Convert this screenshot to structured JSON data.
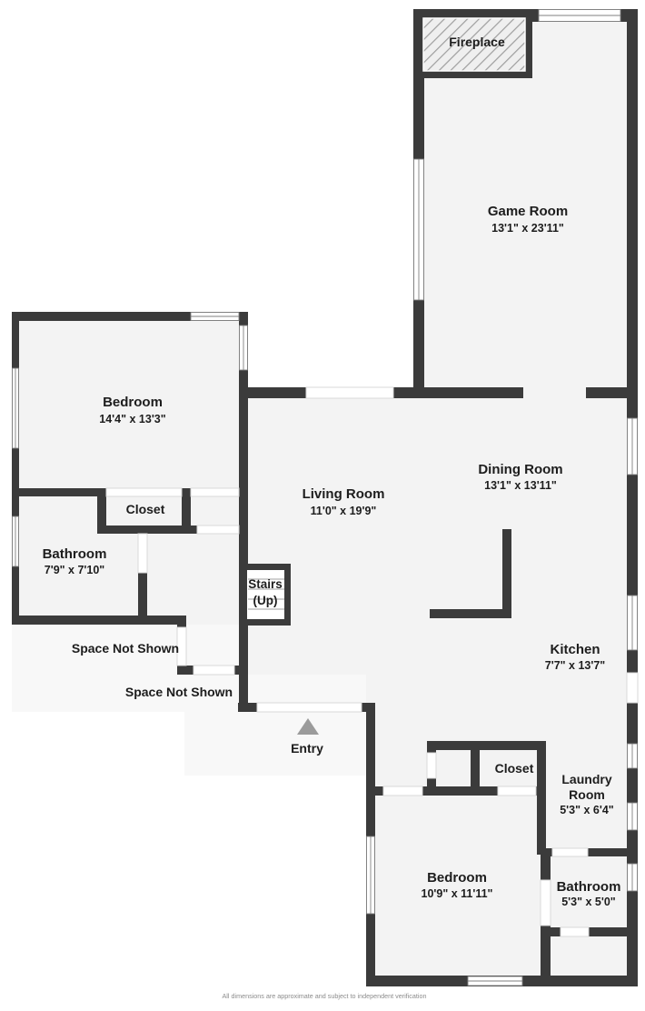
{
  "colors": {
    "wall": "#3b3b3b",
    "floor": "#f3f3f3",
    "floor_light": "#f8f8f8",
    "window_stroke": "#7f7f7f",
    "opening_stroke": "#d8d8d8",
    "label": "#1d1d1d",
    "entry_arrow": "#9b9b9b",
    "disclaimer": "#8c8c8c",
    "hatch_line": "#9e9e9e",
    "hatch_bg": "#efefef",
    "stair_tread": "#b5b5b5"
  },
  "rooms": {
    "fireplace": {
      "label": "Fireplace"
    },
    "game_room": {
      "label": "Game Room",
      "dims": "13'1\" x 23'11\""
    },
    "bedroom_upper": {
      "label": "Bedroom",
      "dims": "14'4\" x 13'3\""
    },
    "closet_upper": {
      "label": "Closet"
    },
    "bathroom_upper": {
      "label": "Bathroom",
      "dims": "7'9\" x 7'10\""
    },
    "living_room": {
      "label": "Living Room",
      "dims": "11'0\" x 19'9\""
    },
    "dining_room": {
      "label": "Dining Room",
      "dims": "13'1\" x 13'11\""
    },
    "stairs": {
      "label": "Stairs",
      "sub": "(Up)"
    },
    "kitchen": {
      "label": "Kitchen",
      "dims": "7'7\" x 13'7\""
    },
    "space_not_shown_1": {
      "label": "Space Not Shown"
    },
    "space_not_shown_2": {
      "label": "Space Not Shown"
    },
    "entry": {
      "label": "Entry"
    },
    "closet_lower": {
      "label": "Closet"
    },
    "laundry_room": {
      "label_line1": "Laundry",
      "label_line2": "Room",
      "dims": "5'3\" x 6'4\""
    },
    "bedroom_lower": {
      "label": "Bedroom",
      "dims": "10'9\" x 11'11\""
    },
    "bathroom_lower": {
      "label": "Bathroom",
      "dims": "5'3\" x 5'0\""
    }
  },
  "footer": {
    "disclaimer": "All dimensions are approximate and subject to independent verification"
  }
}
